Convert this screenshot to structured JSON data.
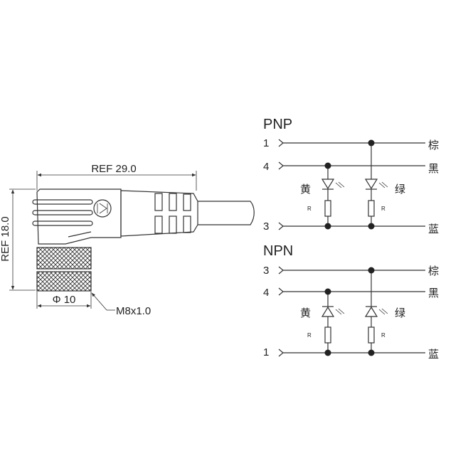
{
  "connector": {
    "ref_length": "REF 29.0",
    "ref_height": "REF 18.0",
    "diameter": "Φ 10",
    "thread": "M8x1.0"
  },
  "pnp": {
    "title": "PNP",
    "pin_top": "1",
    "pin_mid": "4",
    "pin_bottom": "3",
    "wire_top": "棕",
    "wire_mid": "黑",
    "wire_bottom": "蓝",
    "led_left": "黄",
    "led_right": "绿",
    "resistor": "R"
  },
  "npn": {
    "title": "NPN",
    "pin_top": "3",
    "pin_mid": "4",
    "pin_bottom": "1",
    "wire_top": "棕",
    "wire_mid": "黑",
    "wire_bottom": "蓝",
    "led_left": "黄",
    "led_right": "绿",
    "resistor": "R"
  }
}
